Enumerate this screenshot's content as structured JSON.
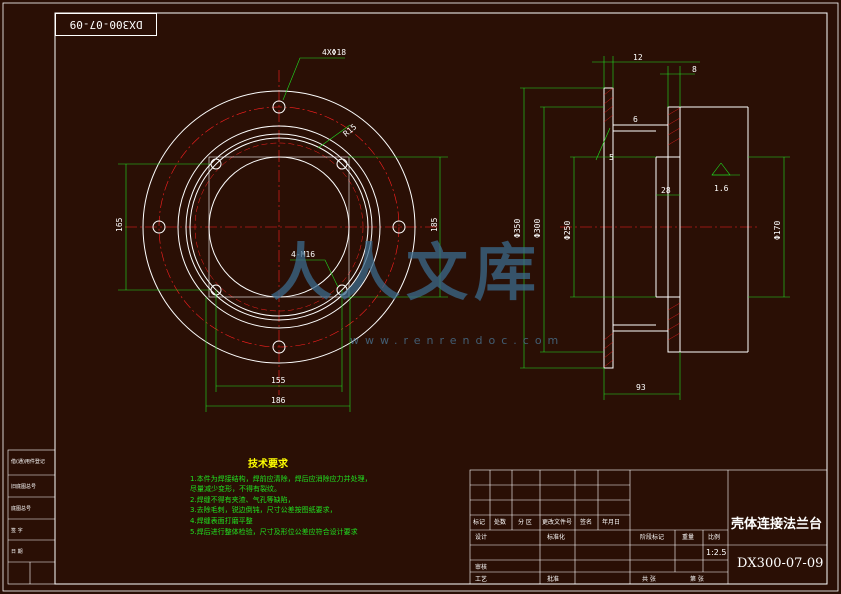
{
  "drawing_code_rotated": "DX300-07-09",
  "title_block": {
    "part_name": "壳体连接法兰台",
    "drawing_number": "DX300-07-09",
    "scale": "1:2.5",
    "cells": [
      "标记",
      "处数",
      "分 区",
      "更改文件号",
      "签名",
      "年月日",
      "设计",
      "标准化",
      "审核",
      "工艺",
      "批准",
      "阶段标记",
      "重量",
      "比例",
      "共 张",
      "第 张"
    ]
  },
  "technical_requirements": {
    "title": "技术要求",
    "items": [
      "1.本件为焊接结构，焊前应清除，焊后应消除应力并处理，",
      "  尽量减少变形，不得有裂纹。",
      "2.焊缝不得有夹渣、气孔等缺陷，",
      "3.去除毛刺，锐边倒钝，尺寸公差按图纸要求，",
      "4.焊缝表面打磨平整",
      "5.焊后进行整体检验，尺寸及形位公差应符合设计要求"
    ]
  },
  "dimensions": {
    "front": [
      "4XΦ18",
      "R15",
      "4-M16",
      "165",
      "185",
      "155",
      "186"
    ],
    "section": [
      "12",
      "8",
      "6",
      "5",
      "28",
      "1.6",
      "Φ350",
      "Φ300",
      "Φ250",
      "Φ170",
      "93"
    ]
  },
  "side_table_labels": [
    "借(通)用件登记",
    "旧底图总号",
    "底图总号",
    "签 字",
    "日 期"
  ],
  "watermark": {
    "text": "人人文库",
    "url": "www.renrendoc.com"
  },
  "colors": {
    "background": "#2a0f05",
    "lines": "#ffffff",
    "center": "#ff2020",
    "dimension": "#20e020",
    "notes": "#20e020",
    "notes_title": "#ffff00"
  }
}
